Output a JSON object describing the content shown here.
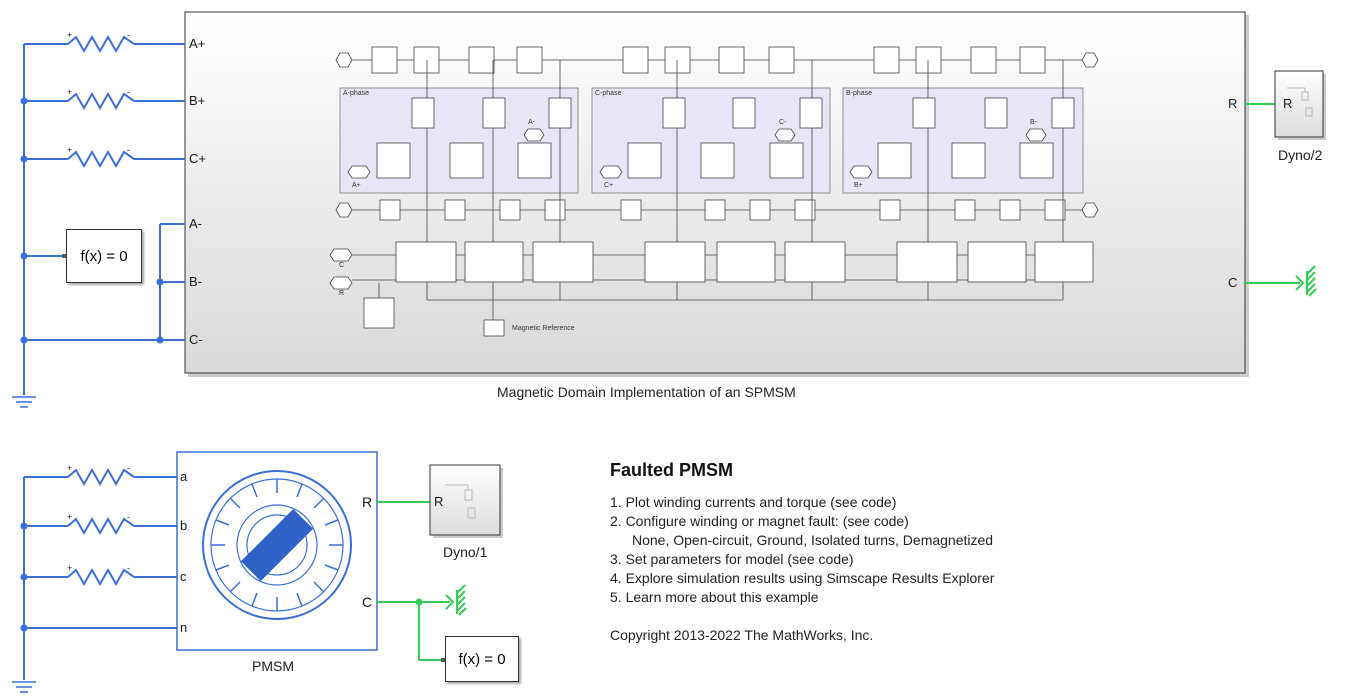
{
  "top_subsystem": {
    "caption": "Magnetic Domain Implementation of an SPMSM",
    "left_ports": [
      "A+",
      "B+",
      "C+",
      "A-",
      "B-",
      "C-"
    ],
    "right_ports": [
      "R",
      "C"
    ],
    "inner": {
      "phase_labels": [
        "A-phase",
        "C-phase",
        "B-phase"
      ],
      "goto_labels": [
        "A-",
        "C-",
        "B-",
        "A+",
        "C+",
        "B+"
      ],
      "left_tags": [
        "C",
        "R"
      ],
      "magnetic_reference": "Magnetic Reference"
    }
  },
  "dyno2": {
    "label": "Dyno/2",
    "port": "R"
  },
  "dyno1": {
    "label": "Dyno/1",
    "port": "R"
  },
  "solver1": {
    "label": "f(x) = 0"
  },
  "solver2": {
    "label": "f(x) = 0"
  },
  "pmsm": {
    "label": "PMSM",
    "left_ports": [
      "a",
      "b",
      "c",
      "n"
    ],
    "right_ports": [
      "R",
      "C"
    ]
  },
  "resistor_marks": {
    "plus": "+",
    "minus": "-"
  },
  "info": {
    "title": "Faulted PMSM",
    "items": [
      "1. Plot winding currents and torque (see code)",
      "2. Configure winding or magnet fault: (see code)",
      "None, Open-circuit, Ground, Isolated turns, Demagnetized",
      "3. Set parameters for model (see code)",
      "4. Explore simulation results using Simscape Results Explorer",
      "5. Learn more about this example"
    ],
    "copyright": "Copyright 2013-2022 The MathWorks, Inc."
  },
  "colors": {
    "electrical": "#3a6fd8",
    "mechanical": "#33cc55",
    "border": "#333333"
  }
}
